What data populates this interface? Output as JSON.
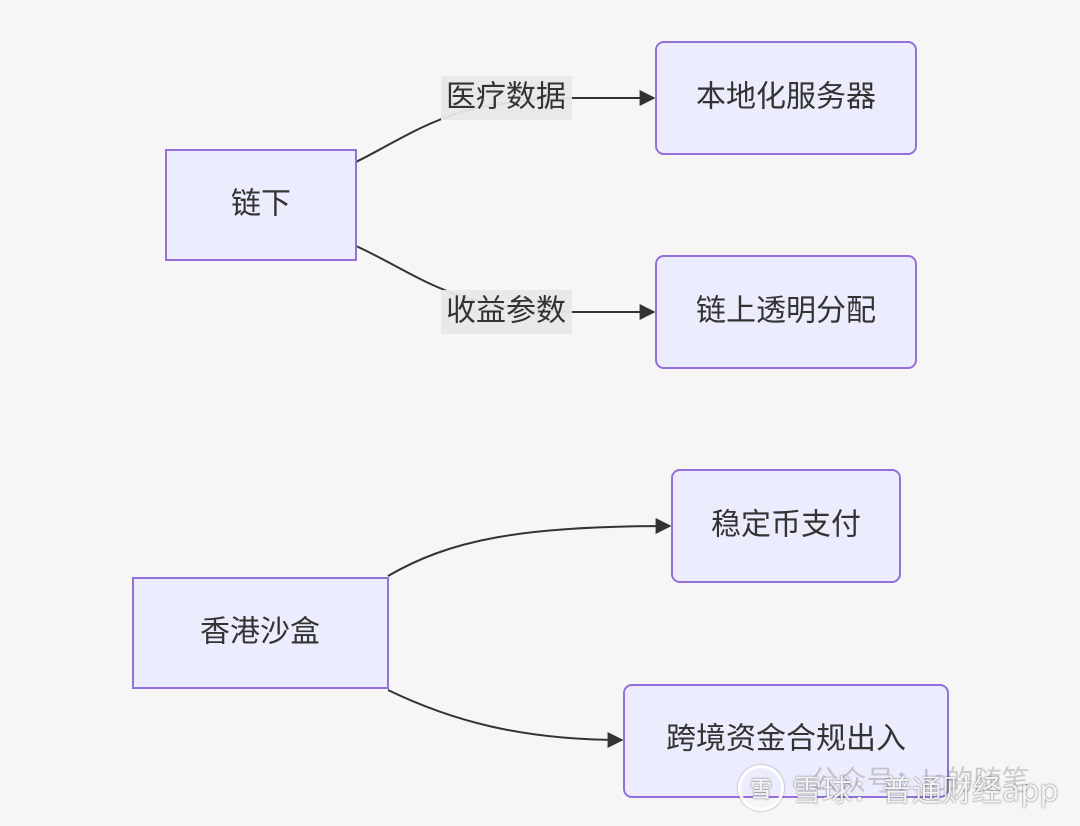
{
  "nodes": {
    "offchain": "链下",
    "local_server": "本地化服务器",
    "onchain_distribution": "链上透明分配",
    "hk_sandbox": "香港沙盒",
    "stablecoin_payment": "稳定币支付",
    "crossborder_compliance": "跨境资金合规出入"
  },
  "edges": {
    "medical_data": "医疗数据",
    "revenue_params": "收益参数"
  },
  "watermark": {
    "text": "雪球：普通财经app",
    "overlay_text": "公众号：lc的随笔",
    "logo_glyph": "雪"
  },
  "colors": {
    "node_fill": "#ECECFF",
    "node_stroke": "#9370DB",
    "edge": "#333333",
    "edge_label_bg": "#e8e8e8"
  }
}
